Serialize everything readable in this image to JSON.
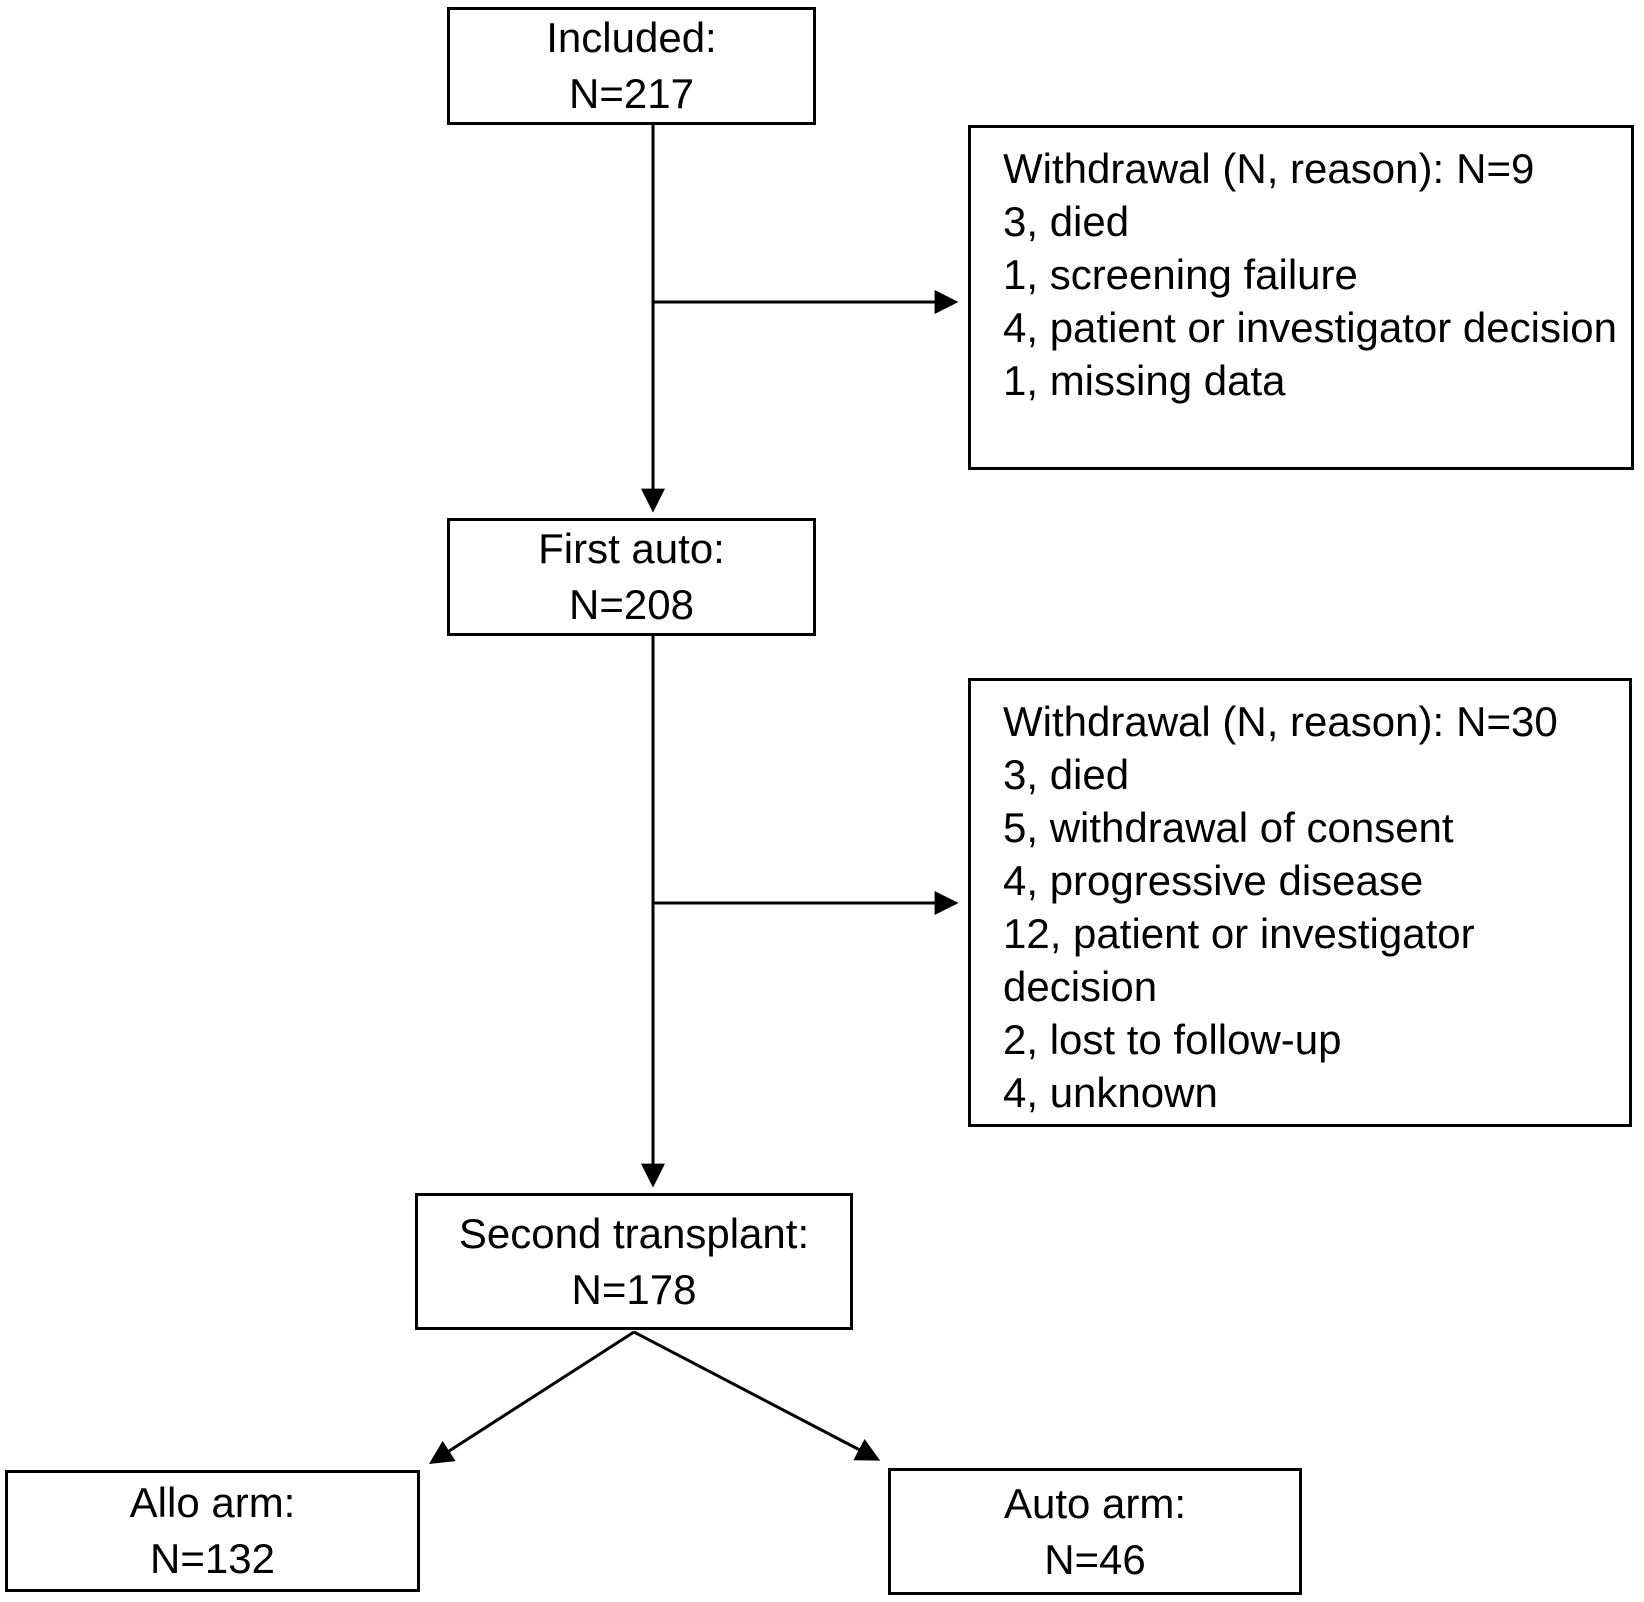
{
  "colors": {
    "background": "#ffffff",
    "border": "#000000",
    "text": "#000000",
    "line": "#000000"
  },
  "nodes": {
    "included": {
      "title": "Included:",
      "n": "N=217"
    },
    "first_auto": {
      "title": "First auto:",
      "n": "N=208"
    },
    "second_transplant": {
      "title": "Second transplant:",
      "n": "N=178"
    },
    "allo_arm": {
      "title": "Allo arm:",
      "n": "N=132"
    },
    "auto_arm": {
      "title": "Auto arm:",
      "n": "N=46"
    }
  },
  "withdrawals": {
    "first": {
      "header": "Withdrawal (N, reason):",
      "n": "N=9",
      "reasons": [
        "3, died",
        "1, screening failure",
        "4, patient or investigator decision",
        "1, missing data"
      ]
    },
    "second": {
      "header": "Withdrawal (N, reason):",
      "n": "N=30",
      "reasons": [
        "3, died",
        "5, withdrawal of consent",
        "4, progressive disease",
        "12, patient or investigator decision",
        "2, lost to follow-up",
        "4, unknown"
      ]
    }
  }
}
